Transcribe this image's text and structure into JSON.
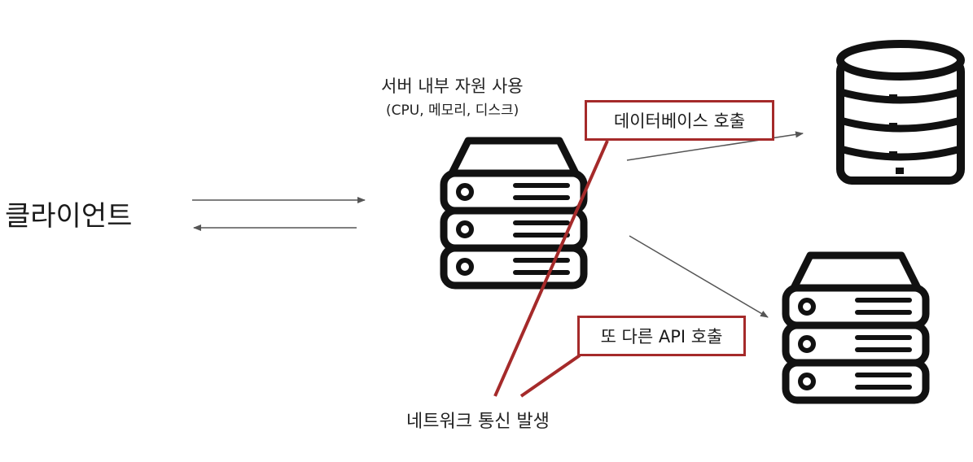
{
  "client": {
    "label": "클라이언트"
  },
  "server": {
    "title": "서버 내부 자원 사용",
    "subtitle": "(CPU, 메모리, 디스크)"
  },
  "callouts": {
    "database_call": "데이터베이스 호출",
    "api_call": "또 다른 API 호출"
  },
  "network": {
    "label": "네트워크 통신 발생"
  },
  "colors": {
    "callout_border": "#a52a2a",
    "arrow": "#555555",
    "icon": "#111111"
  },
  "icons": [
    "server-icon",
    "database-icon",
    "api-server-icon"
  ]
}
